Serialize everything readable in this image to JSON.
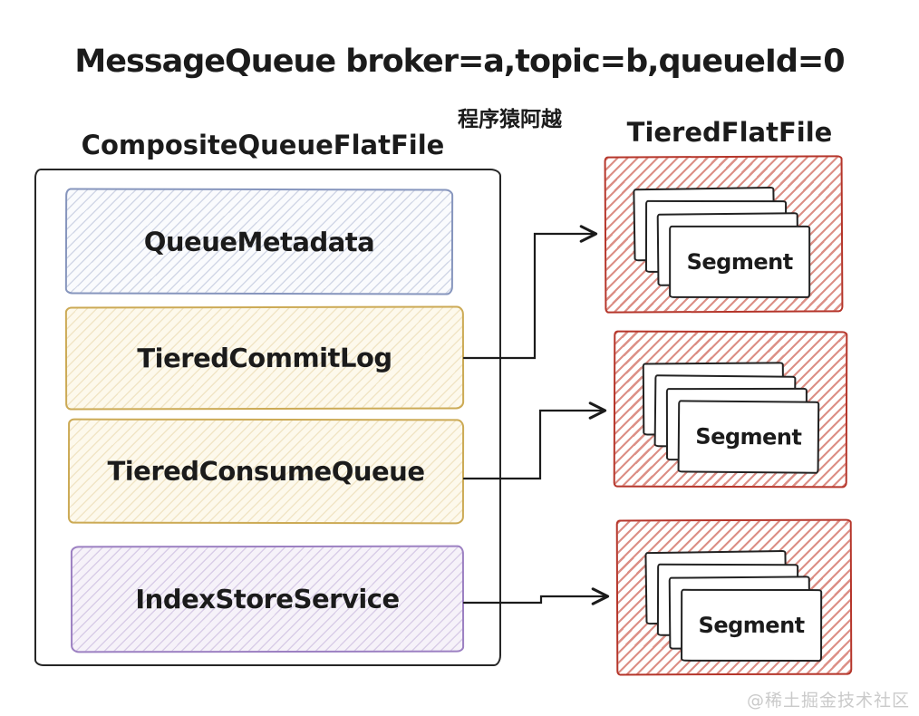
{
  "title": "MessageQueue broker=a,topic=b,queueId=0",
  "subtitle": "程序猿阿越",
  "watermark": "@稀土掘金技术社区",
  "left_group": {
    "label": "CompositeQueueFlatFile",
    "components": [
      {
        "name": "QueueMetadata",
        "accent": "#8695bd"
      },
      {
        "name": "TieredCommitLog",
        "accent": "#ccaa55"
      },
      {
        "name": "TieredConsumeQueue",
        "accent": "#ccaa55"
      },
      {
        "name": "IndexStoreService",
        "accent": "#9c80c2"
      }
    ]
  },
  "right_group": {
    "label": "TieredFlatFile",
    "stacks": [
      {
        "front_label": "Segment",
        "card_count": 4
      },
      {
        "front_label": "Segment",
        "card_count": 4
      },
      {
        "front_label": "Segment",
        "card_count": 4
      }
    ]
  },
  "connections": [
    {
      "from": "TieredCommitLog",
      "to": "segment-stack-1"
    },
    {
      "from": "TieredConsumeQueue",
      "to": "segment-stack-2"
    },
    {
      "from": "IndexStoreService",
      "to": "segment-stack-3"
    }
  ],
  "colors": {
    "ink": "#1b1b1b",
    "blue_border": "#8695bd",
    "gold_border": "#ccaa55",
    "purple_border": "#9c80c2",
    "red_border": "#b5352a",
    "watermark_gray": "#cacaca"
  }
}
